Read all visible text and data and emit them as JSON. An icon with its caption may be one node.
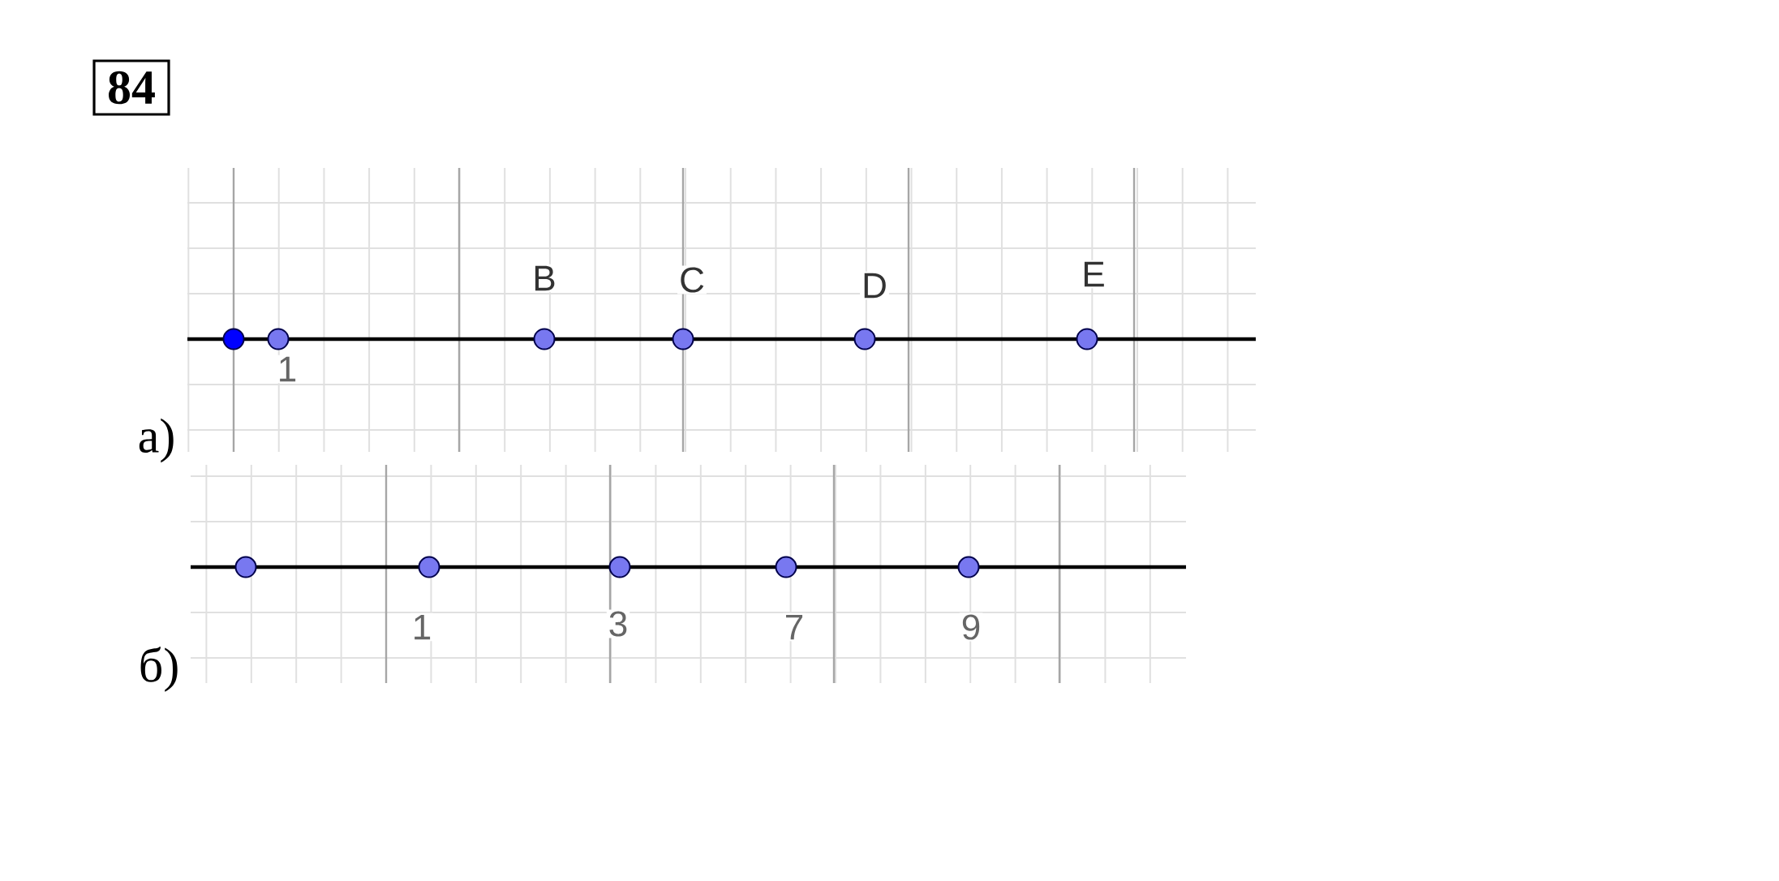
{
  "diagram": {
    "labels": [
      "84",
      "B",
      "C",
      "D",
      "E",
      "1",
      "а)",
      "1",
      "3",
      "7",
      "9",
      "б)"
    ]
  }
}
